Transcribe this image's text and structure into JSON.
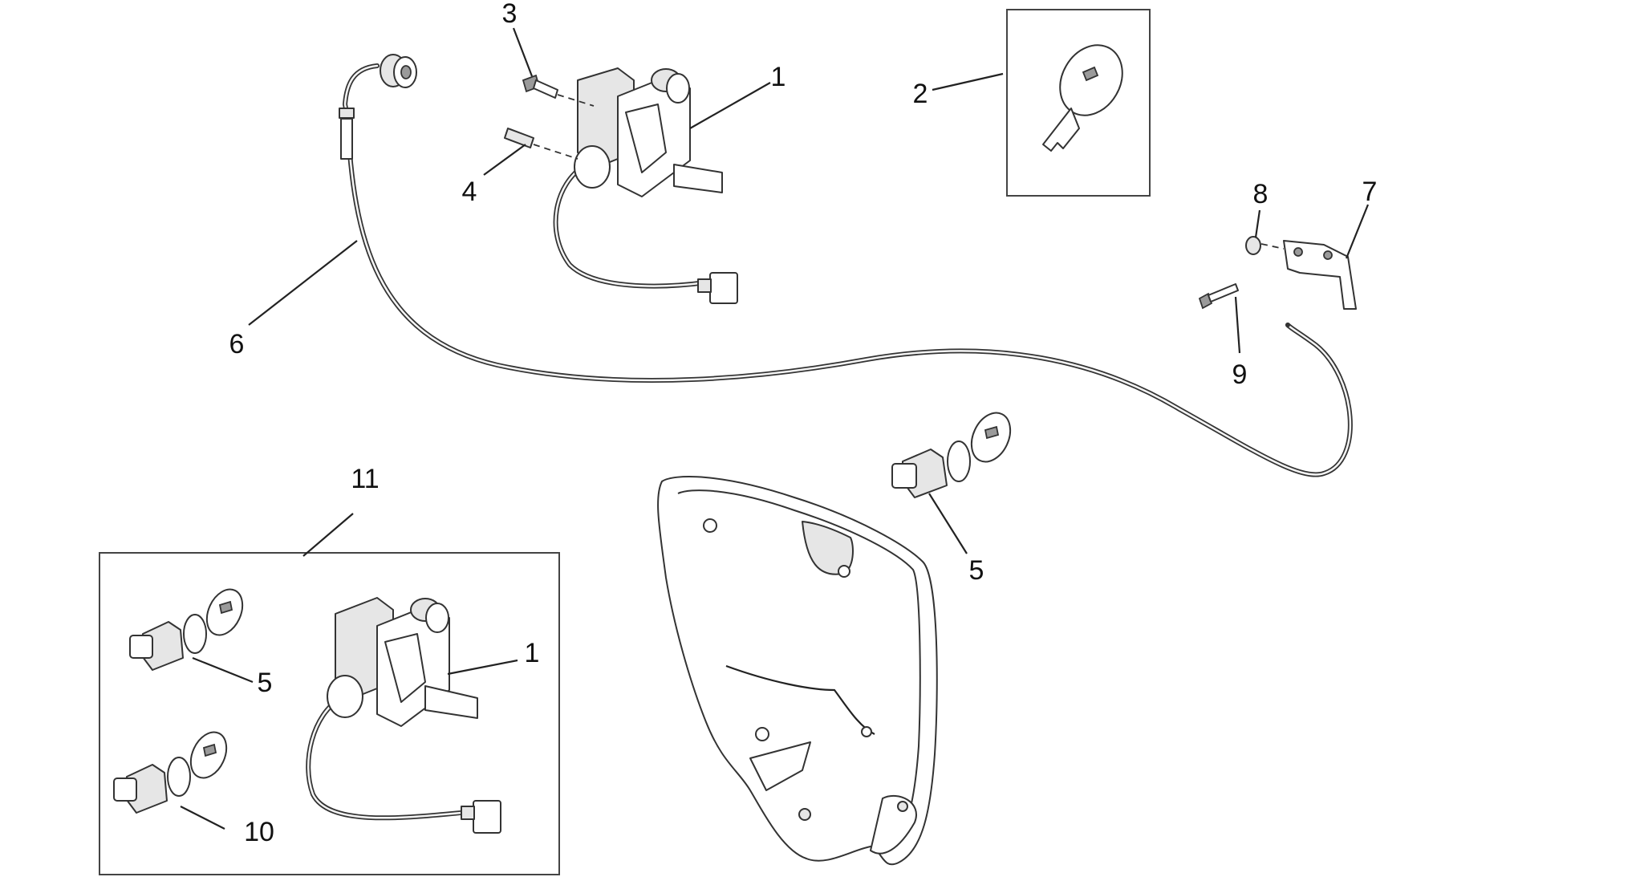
{
  "diagram": {
    "callouts": [
      {
        "id": "callout-1-top",
        "text": "1"
      },
      {
        "id": "callout-2",
        "text": "2"
      },
      {
        "id": "callout-3",
        "text": "3"
      },
      {
        "id": "callout-4",
        "text": "4"
      },
      {
        "id": "callout-6",
        "text": "6"
      },
      {
        "id": "callout-7",
        "text": "7"
      },
      {
        "id": "callout-8",
        "text": "8"
      },
      {
        "id": "callout-9",
        "text": "9"
      },
      {
        "id": "callout-5-right",
        "text": "5"
      },
      {
        "id": "callout-11",
        "text": "11"
      },
      {
        "id": "callout-5-kit",
        "text": "5"
      },
      {
        "id": "callout-1-kit",
        "text": "1"
      },
      {
        "id": "callout-10",
        "text": "10"
      }
    ]
  }
}
